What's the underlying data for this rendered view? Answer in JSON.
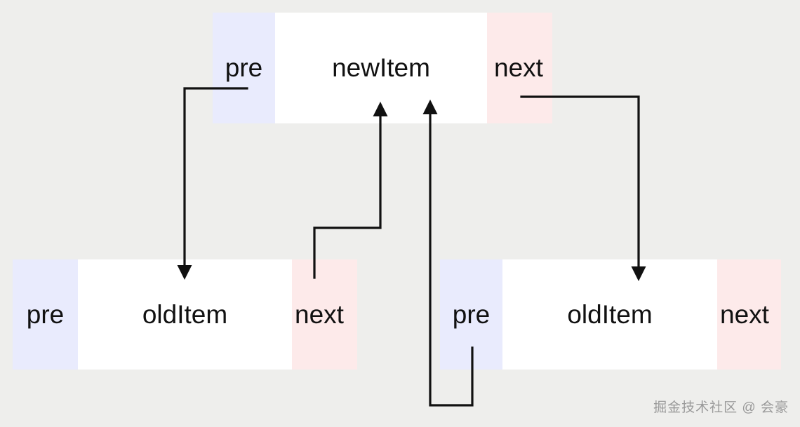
{
  "diagram": {
    "title": "linked-list node replacement diagram",
    "background_color": "#eeeeec",
    "colors": {
      "pre_cell": "#e9ebfd",
      "body_cell": "#ffffff",
      "next_cell": "#fdeaea",
      "stroke": "#111111",
      "watermark": "#9a9a9a"
    },
    "nodes": [
      {
        "id": "new-node",
        "pre_label": "pre",
        "body_label": "newItem",
        "next_label": "next"
      },
      {
        "id": "old-node-left",
        "pre_label": "pre",
        "body_label": "oldItem",
        "next_label": "next"
      },
      {
        "id": "old-node-right",
        "pre_label": "pre",
        "body_label": "oldItem",
        "next_label": "next"
      }
    ],
    "connectors": [
      {
        "id": "new-pre-to-left-old",
        "from": "new-node.pre",
        "to": "old-node-left.body",
        "direction": "down"
      },
      {
        "id": "new-next-to-right-old",
        "from": "new-node.next",
        "to": "old-node-right.body",
        "direction": "down"
      },
      {
        "id": "left-old-next-to-new",
        "from": "old-node-left.next",
        "to": "new-node.body",
        "direction": "up"
      },
      {
        "id": "right-old-pre-to-new",
        "from": "old-node-right.pre",
        "to": "new-node.body",
        "direction": "up"
      }
    ]
  },
  "watermark": {
    "text": "掘金技术社区 @ 会豪"
  }
}
